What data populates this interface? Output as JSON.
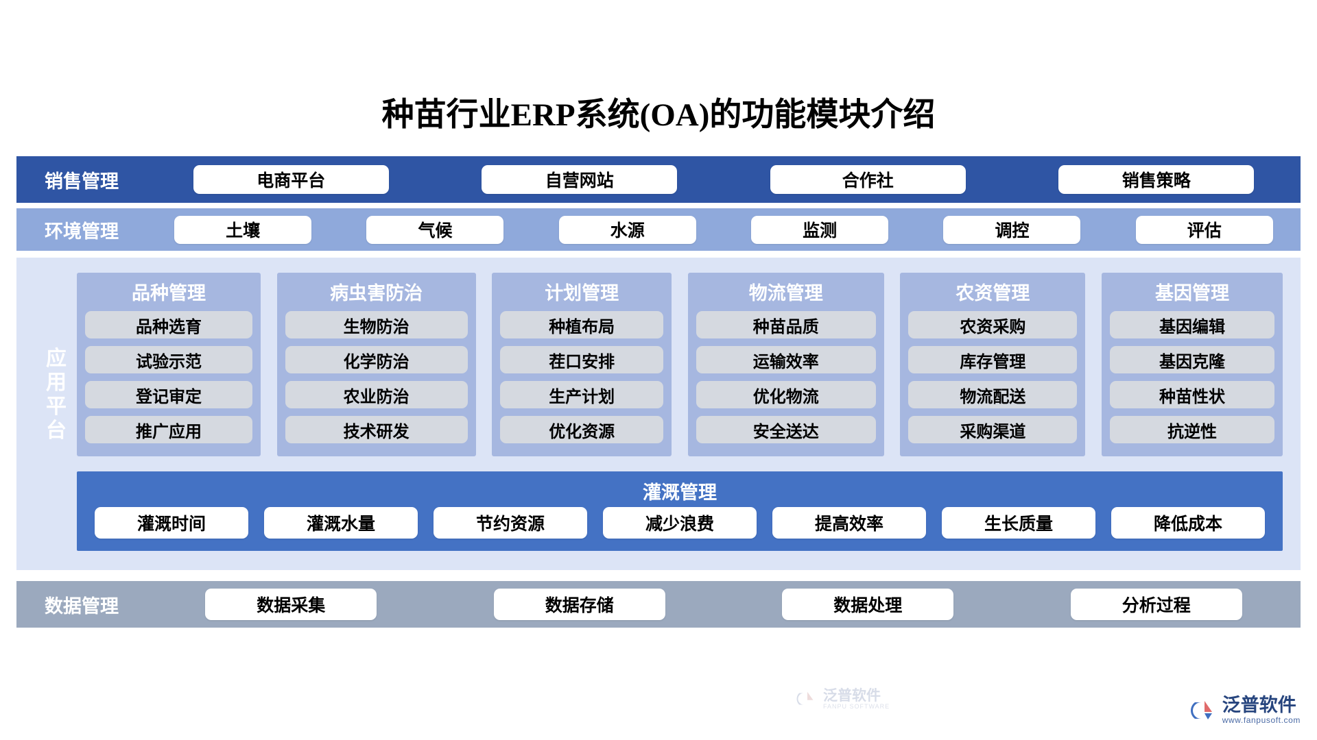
{
  "page": {
    "title": "种苗行业ERP系统(OA)的功能模块介绍",
    "background": "#ffffff"
  },
  "colors": {
    "sales_band": "#2F55A4",
    "environment_band": "#8FA9DB",
    "platform_panel": "#DCE4F6",
    "module_card": "#A6B7E0",
    "module_item": "#D5D9E0",
    "irrigation_band": "#4472C4",
    "data_band": "#9BA9BE",
    "pill": "#ffffff",
    "brand": "#27457e"
  },
  "sales": {
    "label": "销售管理",
    "items": [
      "电商平台",
      "自营网站",
      "合作社",
      "销售策略"
    ]
  },
  "environment": {
    "label": "环境管理",
    "items": [
      "土壤",
      "气候",
      "水源",
      "监测",
      "调控",
      "评估"
    ]
  },
  "platform": {
    "label": "应用平台",
    "columns": [
      {
        "title": "品种管理",
        "items": [
          "品种选育",
          "试验示范",
          "登记审定",
          "推广应用"
        ]
      },
      {
        "title": "病虫害防治",
        "items": [
          "生物防治",
          "化学防治",
          "农业防治",
          "技术研发"
        ]
      },
      {
        "title": "计划管理",
        "items": [
          "种植布局",
          "茬口安排",
          "生产计划",
          "优化资源"
        ]
      },
      {
        "title": "物流管理",
        "items": [
          "种苗品质",
          "运输效率",
          "优化物流",
          "安全送达"
        ]
      },
      {
        "title": "农资管理",
        "items": [
          "农资采购",
          "库存管理",
          "物流配送",
          "采购渠道"
        ]
      },
      {
        "title": "基因管理",
        "items": [
          "基因编辑",
          "基因克隆",
          "种苗性状",
          "抗逆性"
        ]
      }
    ]
  },
  "irrigation": {
    "title": "灌溉管理",
    "items": [
      "灌溉时间",
      "灌溉水量",
      "节约资源",
      "减少浪费",
      "提高效率",
      "生长质量",
      "降低成本"
    ]
  },
  "data_management": {
    "label": "数据管理",
    "items": [
      "数据采集",
      "数据存储",
      "数据处理",
      "分析过程"
    ]
  },
  "watermark": {
    "name_cn": "泛普软件",
    "name_en": "FANPU SOFTWARE"
  },
  "brand_logo": {
    "name_cn": "泛普软件",
    "url": "www.fanpusoft.com"
  }
}
